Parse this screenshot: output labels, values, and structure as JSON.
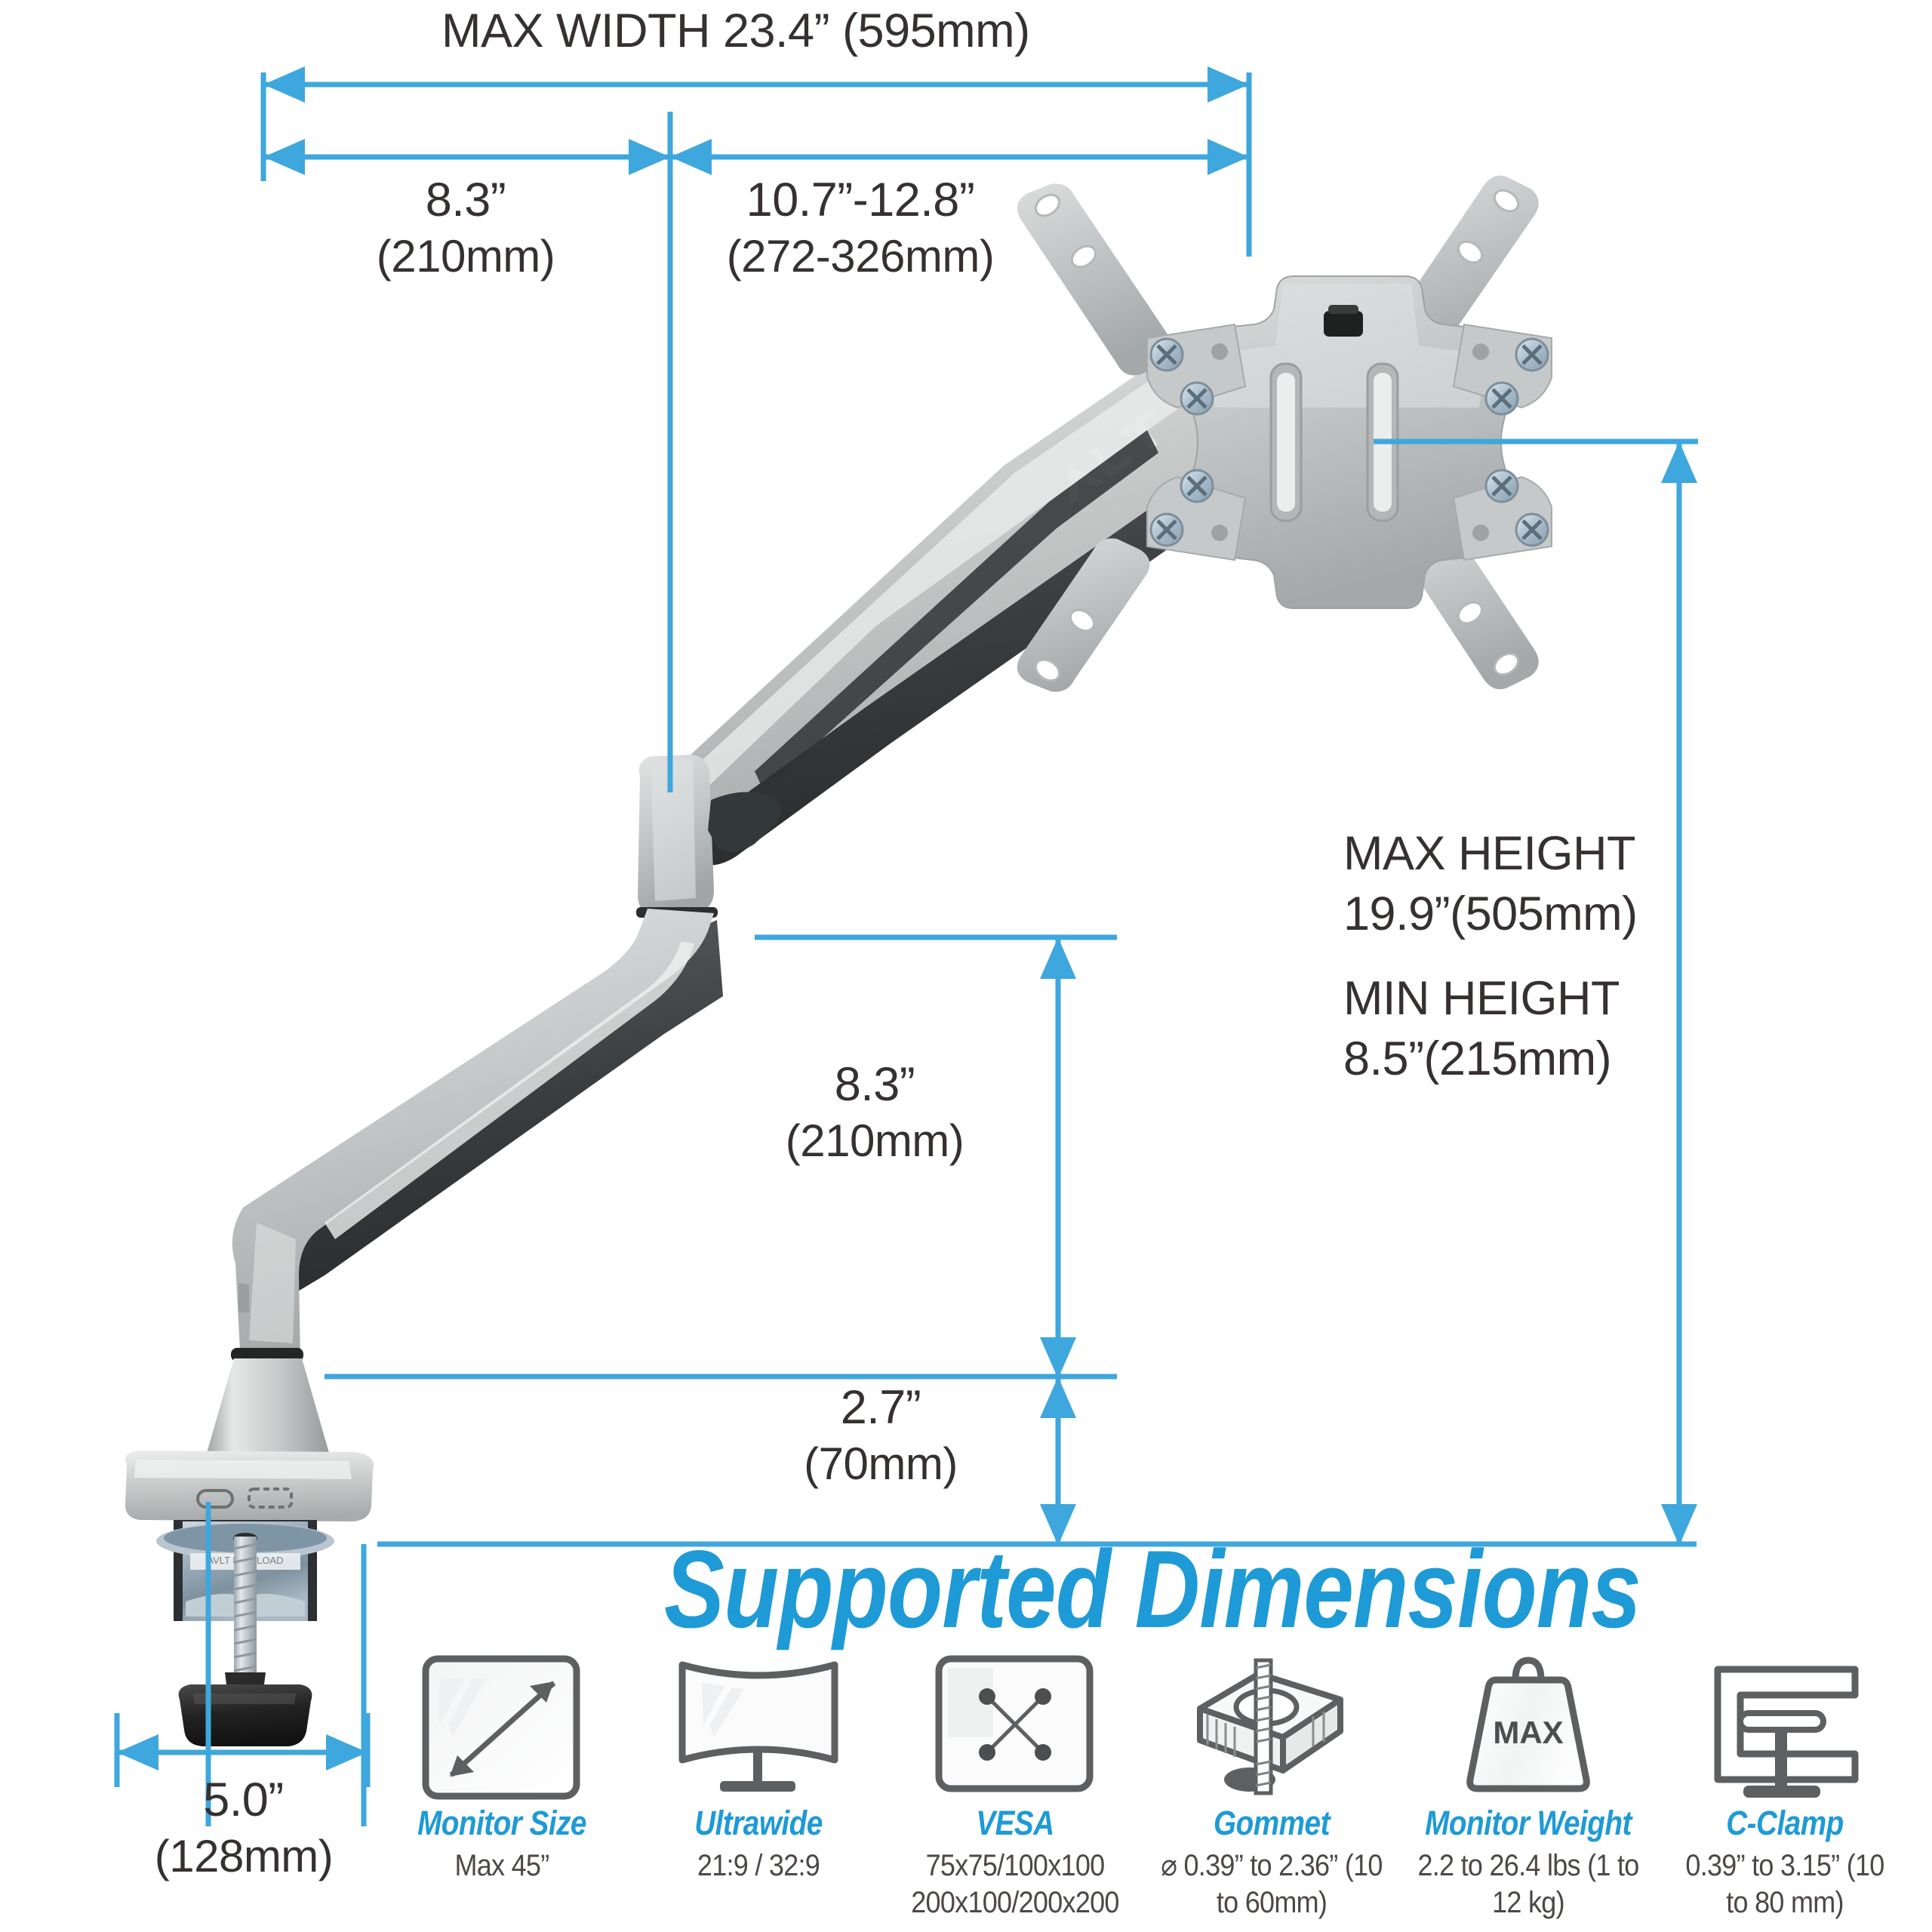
{
  "heading": {
    "text": "Supported Dimensions",
    "color": "#1e9ad6"
  },
  "accent_blue": "#3ea7dd",
  "text_dark": "#353130",
  "dimensions": {
    "max_width": {
      "label": "MAX WIDTH 23.4” (595mm)",
      "inches": 23.4,
      "mm": 595
    },
    "base_to_joint": {
      "inches_line": "8.3”",
      "mm_line": "(210mm)",
      "inches": 8.3,
      "mm": 210
    },
    "extension_range": {
      "inches_line": "10.7”-12.8”",
      "mm_line": "(272-326mm)",
      "inches_min": 10.7,
      "inches_max": 12.8,
      "mm_min": 272,
      "mm_max": 326
    },
    "mid_height": {
      "inches_line": "8.3”",
      "mm_line": "(210mm)",
      "inches": 8.3,
      "mm": 210
    },
    "low_height": {
      "inches_line": "2.7”",
      "mm_line": "(70mm)",
      "inches": 2.7,
      "mm": 70
    },
    "base_width": {
      "inches_line": "5.0”",
      "mm_line": "(128mm)",
      "inches": 5.0,
      "mm": 128
    },
    "max_height": {
      "title": "MAX HEIGHT",
      "value": "19.9”(505mm)",
      "inches": 19.9,
      "mm": 505
    },
    "min_height": {
      "title": "MIN HEIGHT",
      "value": "8.5”(215mm)",
      "inches": 8.5,
      "mm": 215
    }
  },
  "product": {
    "brand_logo": "AVLT"
  },
  "features": [
    {
      "icon": "monitor-size-icon",
      "title": "Monitor Size",
      "sub": "Max 45”"
    },
    {
      "icon": "ultrawide-monitor-icon",
      "title": "Ultrawide",
      "sub": "21:9 / 32:9"
    },
    {
      "icon": "vesa-pattern-icon",
      "title": "VESA",
      "sub": "75x75/100x100\n200x100/200x200"
    },
    {
      "icon": "grommet-mount-icon",
      "title": "Gommet",
      "sub": "⌀ 0.39” to 2.36”\n(10 to 60mm)"
    },
    {
      "icon": "weight-max-icon",
      "title": "Monitor Weight",
      "sub": "2.2 to 26.4 lbs\n(1 to 12 kg)",
      "badge": "MAX"
    },
    {
      "icon": "c-clamp-icon",
      "title": "C-Clamp",
      "sub": "0.39” to 3.15”\n(10 to 80 mm)"
    }
  ]
}
